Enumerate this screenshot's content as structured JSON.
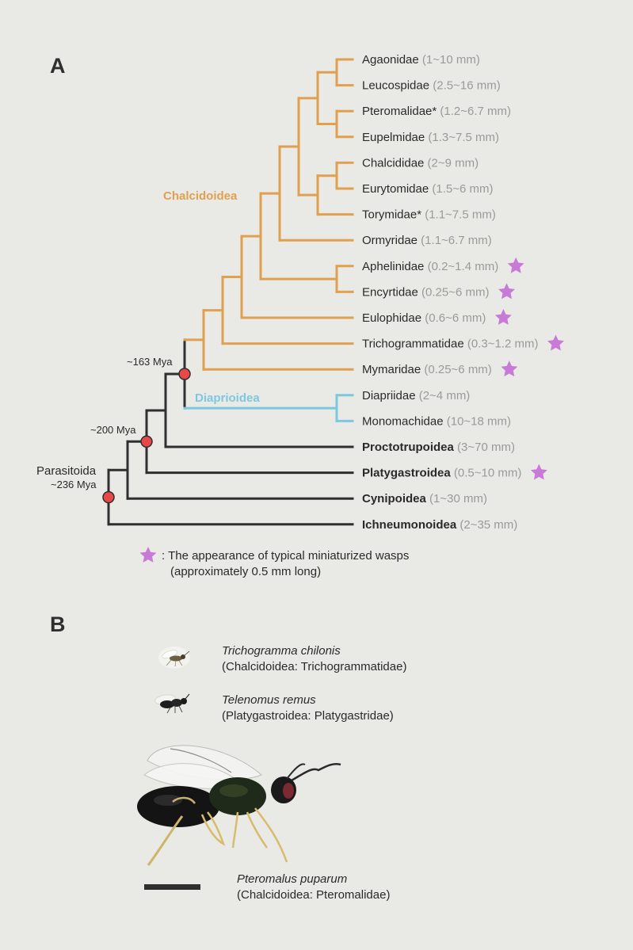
{
  "panels": {
    "a": "A",
    "b": "B"
  },
  "colors": {
    "chalcid": "#e0a050",
    "diapri": "#7cc8e0",
    "base": "#2f2f2f",
    "node": "#e84848",
    "star": "#c77ad6"
  },
  "clades": {
    "chalcidoidea": "Chalcidoidea",
    "diaprioidea": "Diaprioidea",
    "parasitoida": "Parasitoida"
  },
  "ages": {
    "n163": "~163 Mya",
    "n200": "~200 Mya",
    "n236": "~236 Mya"
  },
  "taxa": [
    {
      "name": "Agaonidae",
      "size": "(1~10 mm)"
    },
    {
      "name": "Leucospidae",
      "size": "(2.5~16 mm)"
    },
    {
      "name": "Pteromalidae*",
      "size": "(1.2~6.7 mm)"
    },
    {
      "name": "Eupelmidae",
      "size": "(1.3~7.5 mm)"
    },
    {
      "name": "Chalcididae",
      "size": "(2~9 mm)"
    },
    {
      "name": "Eurytomidae",
      "size": "(1.5~6 mm)"
    },
    {
      "name": "Torymidae*",
      "size": "(1.1~7.5 mm)"
    },
    {
      "name": "Ormyridae",
      "size": "(1.1~6.7 mm)"
    },
    {
      "name": "Aphelinidae",
      "size": "(0.2~1.4 mm)",
      "star": true
    },
    {
      "name": "Encyrtidae",
      "size": "(0.25~6 mm)",
      "star": true
    },
    {
      "name": "Eulophidae",
      "size": "(0.6~6 mm)",
      "star": true
    },
    {
      "name": "Trichogrammatidae",
      "size": "(0.3~1.2 mm)",
      "star": true
    },
    {
      "name": "Mymaridae",
      "size": "(0.25~6 mm)",
      "star": true
    },
    {
      "name": "Diapriidae",
      "size": "(2~4 mm)"
    },
    {
      "name": "Monomachidae",
      "size": "(10~18 mm)"
    },
    {
      "name": "Proctotrupoidea",
      "size": "(3~70 mm)",
      "major": true
    },
    {
      "name": "Platygastroidea",
      "size": "(0.5~10 mm)",
      "major": true,
      "star": true
    },
    {
      "name": "Cynipoidea",
      "size": "(1~30 mm)",
      "major": true
    },
    {
      "name": "Ichneumonoidea",
      "size": "(2~35 mm)",
      "major": true
    }
  ],
  "legend": {
    "line1": ": The appearance of typical miniaturized wasps",
    "line2": "(approximately 0.5 mm long)"
  },
  "species": [
    {
      "name": "Trichogramma chilonis",
      "taxon": "(Chalcidoidea: Trichogrammatidae)"
    },
    {
      "name": "Telenomus remus",
      "taxon": "(Platygastroidea: Platygastridae)"
    },
    {
      "name": "Pteromalus puparum",
      "taxon": "(Chalcidoidea: Pteromalidae)"
    }
  ]
}
